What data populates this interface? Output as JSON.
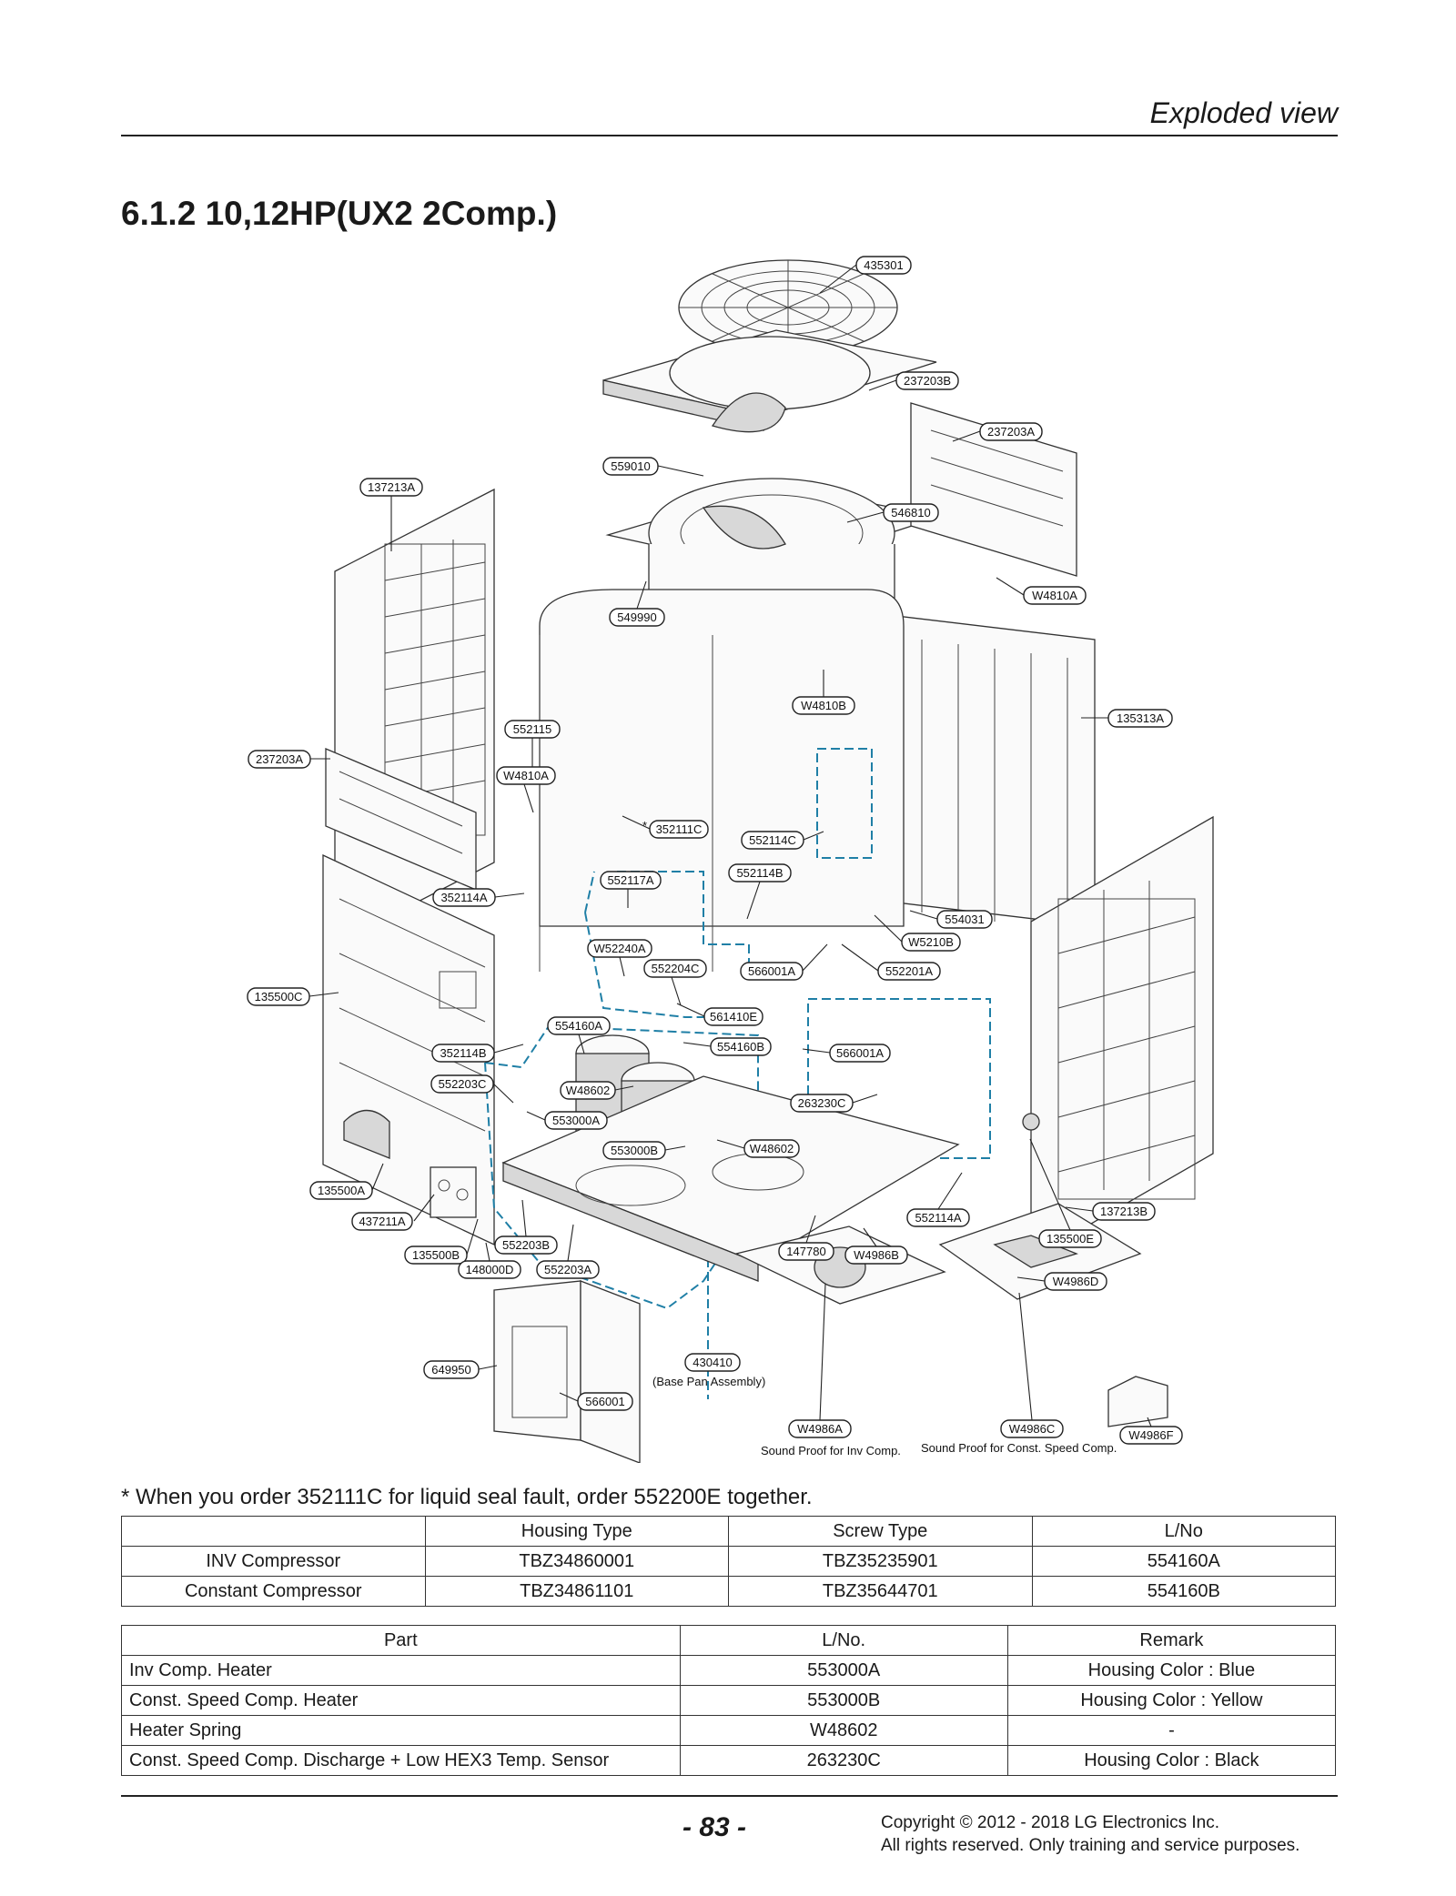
{
  "header": {
    "section_name": "Exploded view"
  },
  "section": {
    "title": "6.1.2  10,12HP(UX2 2Comp.)"
  },
  "diagram": {
    "callouts": [
      "435301",
      "237203B",
      "237203A",
      "559010",
      "546810",
      "137213A",
      "W4810A",
      "549990",
      "W4810B",
      "135313A",
      "552115",
      "237203A",
      "W4810A",
      "352111C",
      "552114C",
      "552117A",
      "552114B",
      "352114A",
      "554031",
      "W52240A",
      "W5210B",
      "552204C",
      "566001A",
      "552201A",
      "135500C",
      "561410E",
      "554160A",
      "554160B",
      "352114B",
      "566001A",
      "552203C",
      "W48602",
      "263230C",
      "553000A",
      "553000B",
      "W48602",
      "135500A",
      "552114A",
      "137213B",
      "437211A",
      "135500E",
      "135500B",
      "552203B",
      "147780",
      "W4986B",
      "148000D",
      "552203A",
      "W4986D",
      "649950",
      "430410",
      "566001",
      "W4986A",
      "W4986C",
      "W4986F"
    ],
    "sub_labels": [
      "(Base Pan Assembly)",
      "Sound Proof for Inv Comp.",
      "Sound Proof for Const. Speed Comp."
    ],
    "asterisk": "*"
  },
  "note": "* When you order 352111C for liquid seal fault, order 552200E together.",
  "compressor_table": {
    "headers": [
      "",
      "Housing Type",
      "Screw Type",
      "L/No"
    ],
    "rows": [
      [
        "INV Compressor",
        "TBZ34860001",
        "TBZ35235901",
        "554160A"
      ],
      [
        "Constant Compressor",
        "TBZ34861101",
        "TBZ35644701",
        "554160B"
      ]
    ]
  },
  "parts_table": {
    "headers": [
      "Part",
      "L/No.",
      "Remark"
    ],
    "rows": [
      [
        "Inv Comp. Heater",
        "553000A",
        "Housing Color  : Blue"
      ],
      [
        "Const. Speed Comp. Heater",
        "553000B",
        "Housing Color  : Yellow"
      ],
      [
        "Heater Spring",
        "W48602",
        "-"
      ],
      [
        "Const. Speed Comp. Discharge + Low HEX3 Temp. Sensor",
        "263230C",
        "Housing Color  : Black"
      ]
    ]
  },
  "footer": {
    "page_number": "- 83 -",
    "copyright_line1": "Copyright © 2012 - 2018 LG Electronics Inc.",
    "copyright_line2": "All rights reserved. Only training and service purposes."
  }
}
